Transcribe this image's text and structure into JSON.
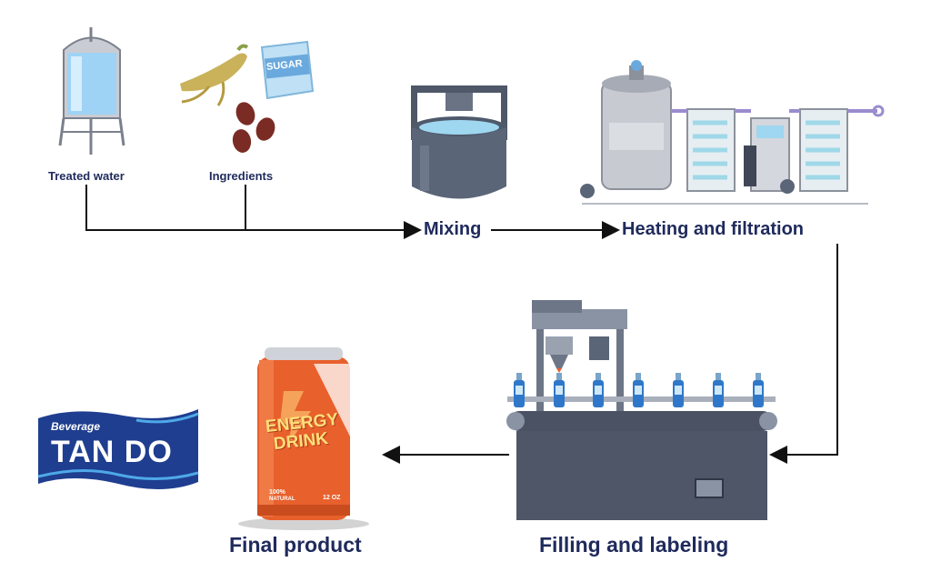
{
  "steps": {
    "treated_water": "Treated water",
    "ingredients": "Ingredients",
    "mixing": "Mixing",
    "heating_filtration": "Heating and filtration",
    "filling_labeling": "Filling and labeling",
    "final_product": "Final product"
  },
  "sugar_bag_text": "SUGAR",
  "can": {
    "title_line1": "ENERGY",
    "title_line2": "DRINK",
    "bottom_left_1": "100%",
    "bottom_left_2": "NATURAL",
    "bottom_right": "12 OZ"
  },
  "logo": {
    "subtitle": "Beverage",
    "name": "TAN DO"
  },
  "colors": {
    "label_text": "#1f2a5c",
    "machine_gray": "#5b6578",
    "water_blue": "#7fc3f0",
    "can_orange": "#e8602c",
    "logo_blue": "#1f3e8f",
    "arrow": "#111111"
  }
}
